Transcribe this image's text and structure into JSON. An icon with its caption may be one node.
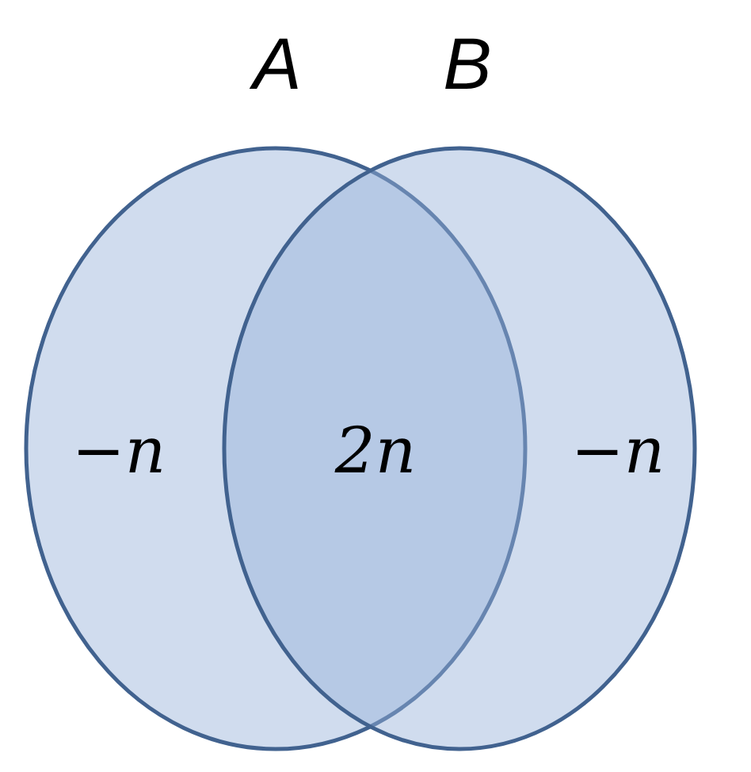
{
  "diagram": {
    "nodes": [
      {
        "text": [
          "A",
          "−*n*"
        ]
      },
      {
        "text": [
          "B",
          "−*n*"
        ]
      }
    ],
    "labels": [
      "2n"
    ]
  }
}
